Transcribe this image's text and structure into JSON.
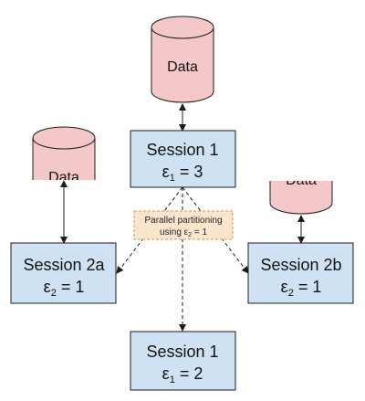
{
  "colors": {
    "db_fill": "#f4c7c8",
    "db_stroke": "#1c1c1c",
    "box_fill": "#cfe2f3",
    "box_stroke": "#1c1c1c",
    "note_fill": "#fce5cd",
    "note_stroke": "#e69138",
    "arrow": "#1c1c1c"
  },
  "databases": {
    "top": {
      "label": "Data"
    },
    "left": {
      "label": "Data"
    },
    "right": {
      "label": "Data"
    }
  },
  "sessions": {
    "top": {
      "title": "Session 1",
      "eps": "ε",
      "sub": "1",
      "eq": " = 3"
    },
    "left": {
      "title": "Session 2a",
      "eps": "ε",
      "sub": "2",
      "eq": " = 1"
    },
    "right": {
      "title": "Session 2b",
      "eps": "ε",
      "sub": "2",
      "eq": " = 1"
    },
    "bottom": {
      "title": "Session 1",
      "eps": "ε",
      "sub": "1",
      "eq": " = 2"
    }
  },
  "note": {
    "line1": "Parallel partitioning",
    "line2_prefix": "using ε",
    "line2_sub": "2",
    "line2_suffix": " = 1"
  }
}
